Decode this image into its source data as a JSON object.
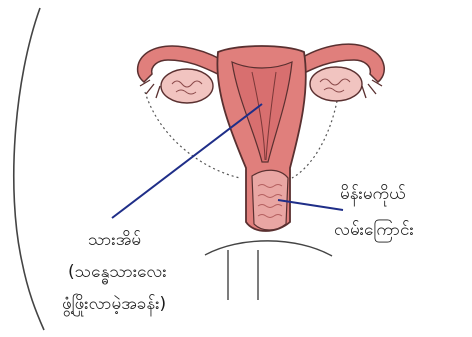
{
  "labels": {
    "uterus": {
      "line1": "သားအိမ်",
      "line2": "(သန္ဓေသားလေး",
      "line3": "ဖွံ့ဖြိုးလာမဲ့အခန်း)"
    },
    "vagina": {
      "line1": "မိန်းမကိုယ်",
      "line2": "လမ်းကြောင်း"
    }
  },
  "colors": {
    "tissue": "#e07f7c",
    "tissue_inner": "#d86f6f",
    "outline": "#5a3030",
    "vaginal_wall": "#e9a6a3",
    "ovary": "#f1c4c0",
    "pointer": "#1f2e88",
    "body_line": "#444444"
  }
}
